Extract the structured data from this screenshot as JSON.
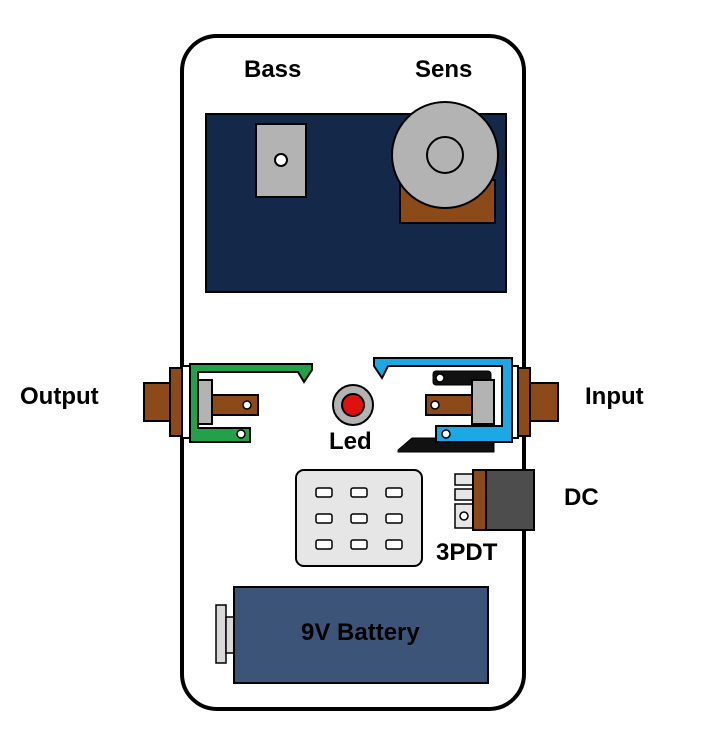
{
  "labels": {
    "bass": "Bass",
    "sens": "Sens",
    "output": "Output",
    "input": "Input",
    "led": "Led",
    "dc": "DC",
    "switch": "3PDT",
    "battery": "9V Battery"
  },
  "colors": {
    "enclosure_fill": "#ffffff",
    "enclosure_stroke": "#000000",
    "board": "#14284a",
    "trimmer": "#b3b3b3",
    "pot_knob": "#b3b3b3",
    "pot_body": "#8b4a17",
    "jack_brown": "#8b4a17",
    "output_clip": "#22a04a",
    "input_clip": "#1ba8e6",
    "led": "#e01010",
    "switch_fill": "#e6e6e6",
    "battery": "#3b5478",
    "dc_body": "#4d4d4d"
  },
  "icons": [
    "trimmer-icon",
    "pot-icon",
    "jack-icon",
    "led-icon",
    "footswitch-icon",
    "dc-jack-icon",
    "battery-icon"
  ]
}
